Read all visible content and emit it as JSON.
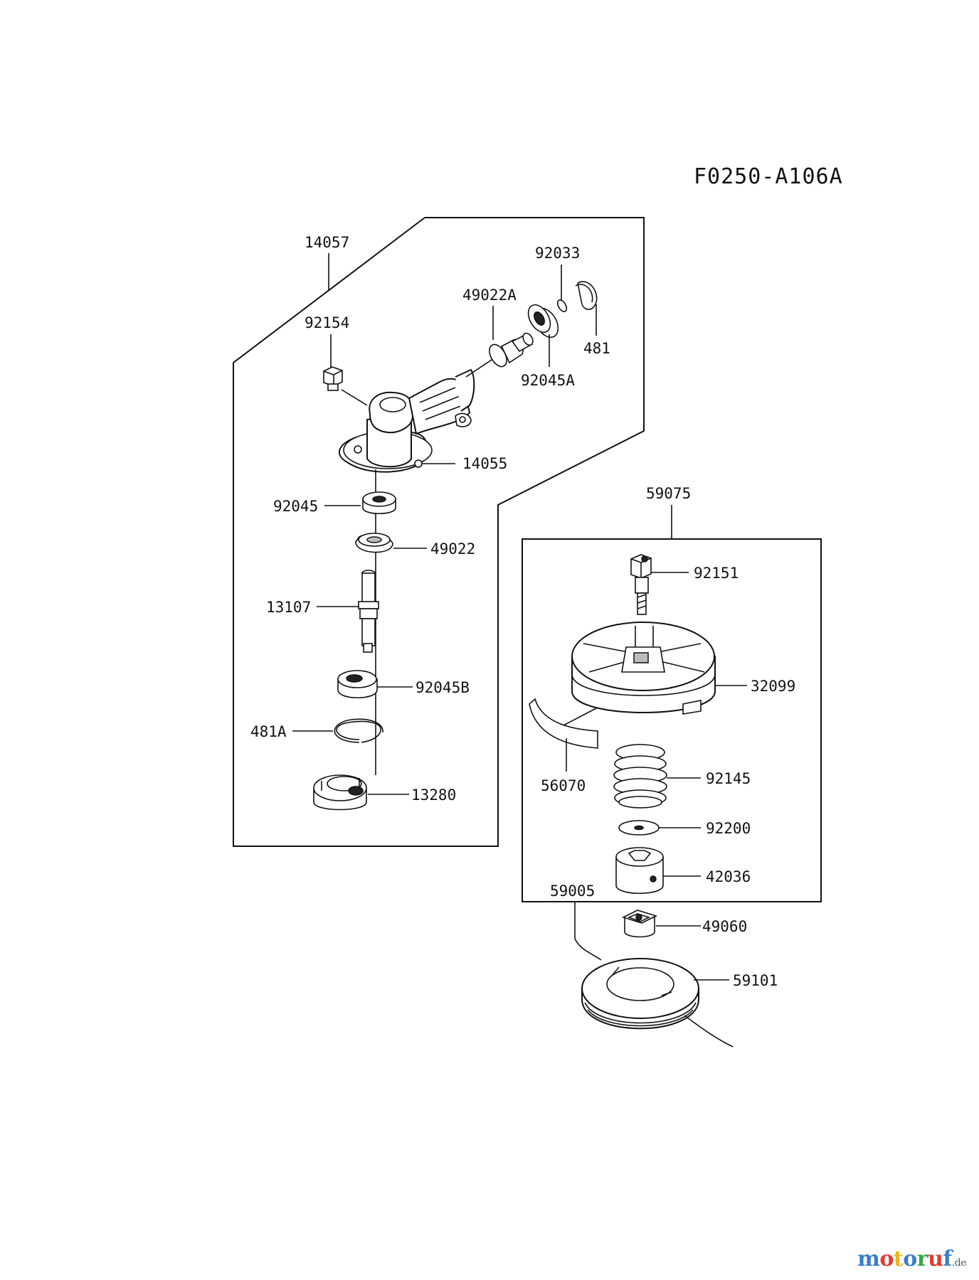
{
  "diagram_code": "F0250-A106A",
  "left_group": {
    "labels": {
      "p14057": "14057",
      "p92033": "92033",
      "p49022A": "49022A",
      "p92154": "92154",
      "p481": "481",
      "p92045A": "92045A",
      "p14055": "14055",
      "p92045": "92045",
      "p49022": "49022",
      "p13107": "13107",
      "p92045B": "92045B",
      "p481A": "481A",
      "p13280": "13280"
    }
  },
  "right_group": {
    "labels": {
      "p59075": "59075",
      "p92151": "92151",
      "p32099": "32099",
      "p56070": "56070",
      "p92145": "92145",
      "p92200": "92200",
      "p42036": "42036",
      "p59005": "59005",
      "p49060": "49060",
      "p59101": "59101"
    }
  },
  "watermark": {
    "letters": [
      "m",
      "o",
      "t",
      "o",
      "r",
      "u",
      "f"
    ],
    "colors": [
      "#3a7dc9",
      "#e23b2e",
      "#f2b51d",
      "#3a7dc9",
      "#3aa74a",
      "#e23b2e",
      "#3a7dc9"
    ],
    "domain": ".de"
  }
}
